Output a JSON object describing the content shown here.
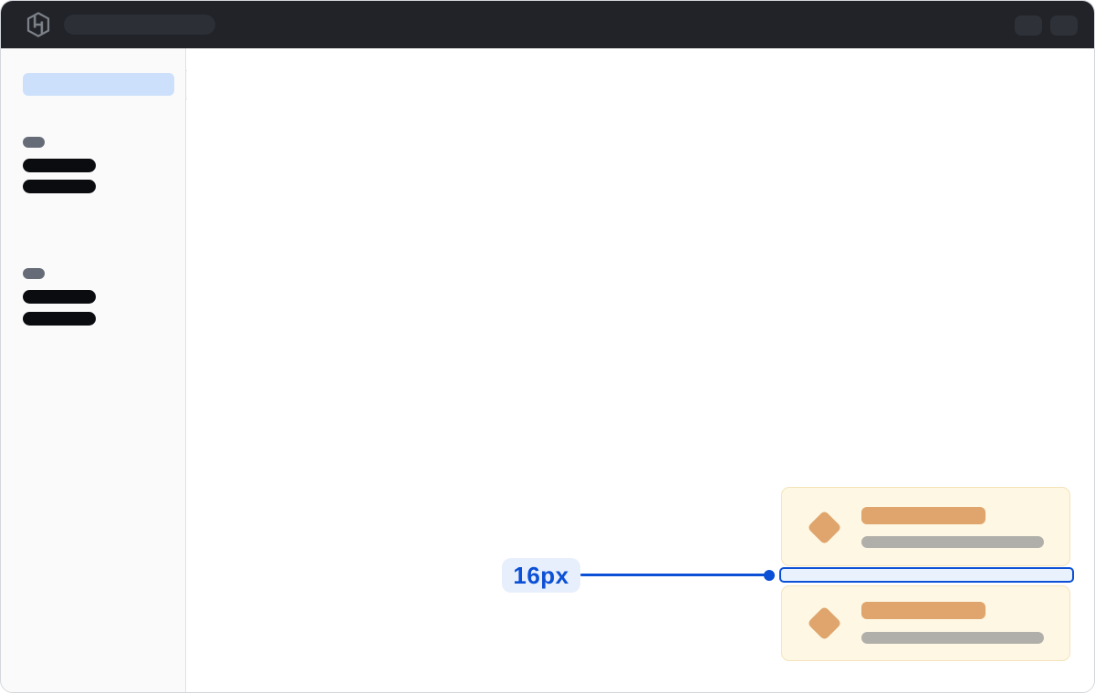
{
  "topbar": {
    "logo_icon": "hashicorp-logo",
    "search_skeleton": "global-search-placeholder",
    "action_skeletons": [
      "topbar-action-placeholder",
      "topbar-action-placeholder"
    ]
  },
  "sidebar": {
    "active_item": "selected-nav-item-skeleton",
    "sections": [
      {
        "label": "section-label-skeleton",
        "items": [
          "nav-item-skeleton",
          "nav-item-skeleton"
        ]
      },
      {
        "label": "section-label-skeleton",
        "items": [
          "nav-item-skeleton",
          "nav-item-skeleton"
        ]
      }
    ]
  },
  "illustration": {
    "cards": [
      {
        "icon": "diamond-icon",
        "bars": [
          "title-skeleton",
          "subtitle-skeleton"
        ]
      },
      {
        "icon": "diamond-icon",
        "bars": [
          "title-skeleton",
          "subtitle-skeleton"
        ]
      }
    ],
    "spacing_label": "16px"
  },
  "colors": {
    "accent_blue": "#0c50d6",
    "topbar_bg": "#212329",
    "sidebar_bg": "#fafafa",
    "selected_bg": "#cce0fb",
    "card_bg": "#fdf7e4",
    "card_border": "#f5e3bb",
    "orange": "#dfa56c",
    "bar_gray": "#b1afa9",
    "gap_fill": "#e9f1fd",
    "label_bg": "#e8effc"
  }
}
